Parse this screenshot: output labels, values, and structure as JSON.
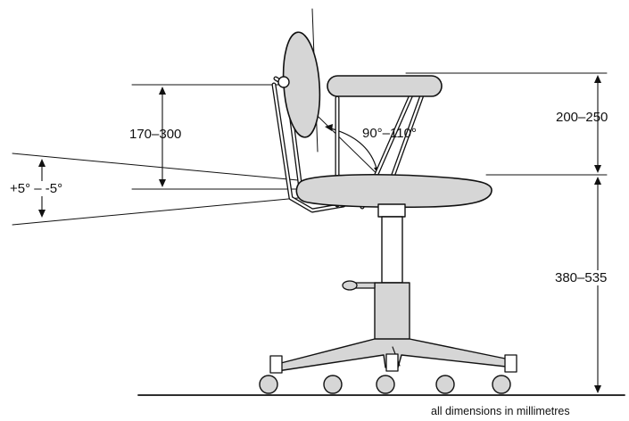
{
  "labels": {
    "backrest_height": "170–300",
    "backrest_angle": "90°–110°",
    "armrest_height": "200–250",
    "seat_tilt": "+5° – -5°",
    "seat_height": "380–535",
    "caption": "all dimensions in millimetres"
  },
  "colors": {
    "stroke": "#111111",
    "fill": "#d6d6d6",
    "background": "#ffffff"
  }
}
